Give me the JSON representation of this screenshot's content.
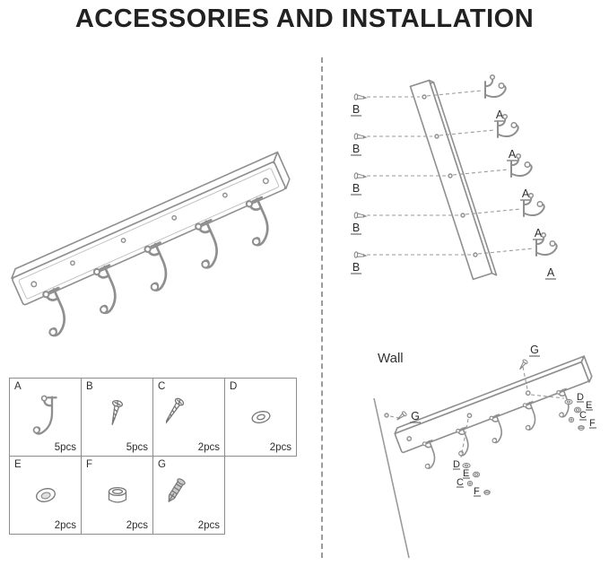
{
  "title": "ACCESSORIES AND INSTALLATION",
  "callout_labels": {
    "hook": "A",
    "mount_screw": "B",
    "wall_screw": "C",
    "washer": "D",
    "ring": "E",
    "cap": "F",
    "anchor": "G"
  },
  "installation": {
    "wall": "Wall"
  },
  "parts_table": {
    "rows": [
      [
        {
          "label": "A",
          "qty": "5pcs",
          "icon": "double-hook-icon"
        },
        {
          "label": "B",
          "qty": "5pcs",
          "icon": "short-screw-icon"
        },
        {
          "label": "C",
          "qty": "2pcs",
          "icon": "long-screw-icon"
        },
        {
          "label": "D",
          "qty": "2pcs",
          "icon": "washer-icon"
        }
      ],
      [
        {
          "label": "E",
          "qty": "2pcs",
          "icon": "ring-icon"
        },
        {
          "label": "F",
          "qty": "2pcs",
          "icon": "spacer-ring-icon"
        },
        {
          "label": "G",
          "qty": "2pcs",
          "icon": "wall-anchor-icon"
        }
      ]
    ]
  }
}
